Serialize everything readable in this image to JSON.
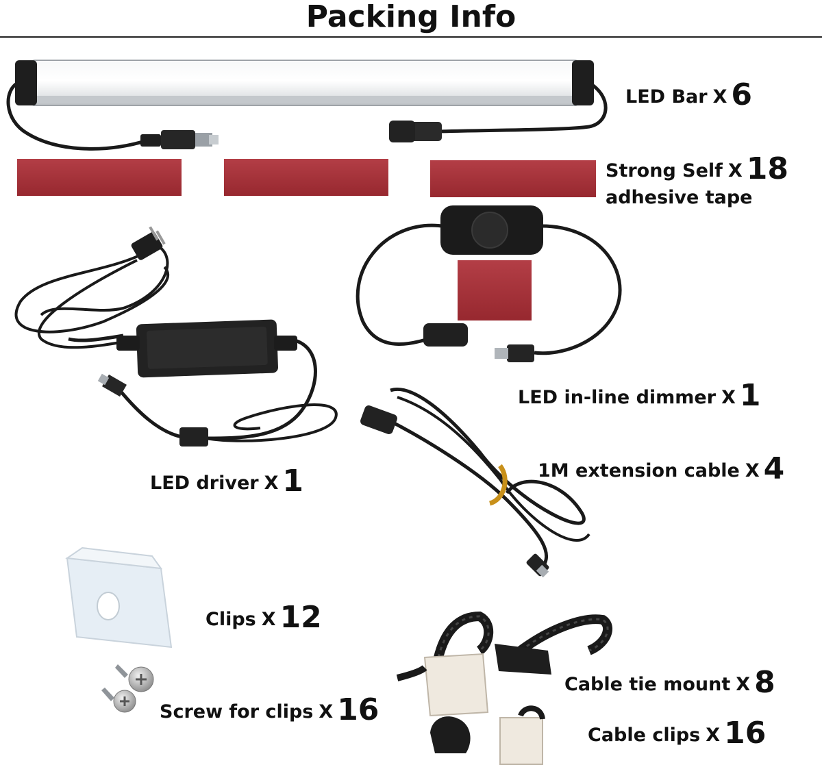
{
  "title": "Packing Info",
  "multiplier": "X",
  "items": [
    {
      "name": "LED Bar",
      "qty": "6"
    },
    {
      "name": "Strong Self",
      "name_line2": "adhesive tape",
      "qty": "18"
    },
    {
      "name": "LED in-line dimmer",
      "qty": "1"
    },
    {
      "name": "LED driver",
      "qty": "1"
    },
    {
      "name": "1M extension cable",
      "qty": "4"
    },
    {
      "name": "Clips",
      "qty": "12"
    },
    {
      "name": "Screw for clips",
      "qty": "16"
    },
    {
      "name": "Cable tie mount",
      "qty": "8"
    },
    {
      "name": "Cable clips",
      "qty": "16"
    }
  ],
  "colors": {
    "tape": "#a8343c",
    "cable": "#1a1a1a",
    "bar_body": "#eef0f2",
    "clip": "#dfe8f0"
  }
}
